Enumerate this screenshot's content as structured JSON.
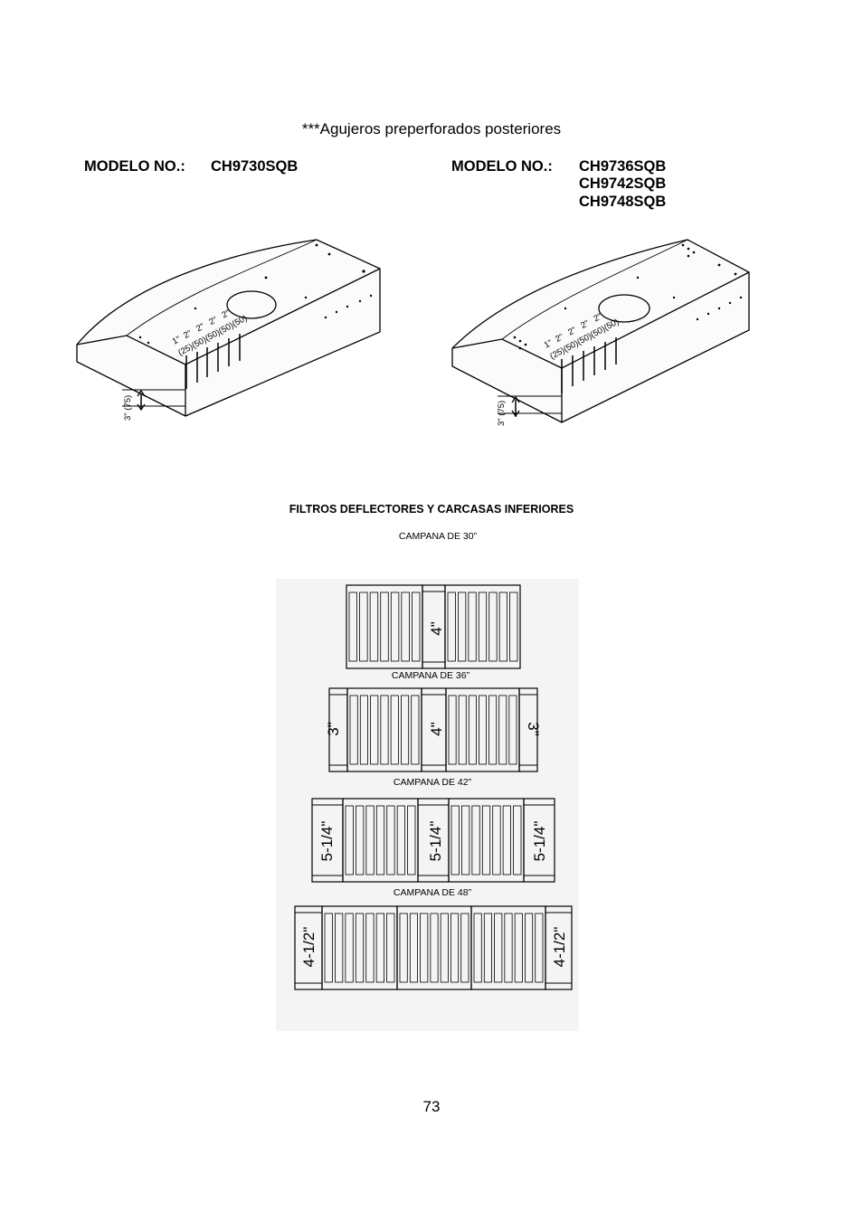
{
  "note": "***Agujeros preperforados posteriores",
  "models": [
    {
      "label": "MODELO NO.:",
      "numbers": [
        "CH9730SQB"
      ]
    },
    {
      "label": "MODELO NO.:",
      "numbers": [
        "CH9736SQB",
        "CH9742SQB",
        "CH9748SQB"
      ]
    }
  ],
  "diagram": {
    "hole_sizes": [
      "1\"",
      "2\"",
      "2\"",
      "2\"",
      "2\""
    ],
    "hole_metric": "(25)(50)(50)(50)(50)",
    "height_label": "3\" (75)"
  },
  "section_title": "FILTROS DEFLECTORES Y CARCASAS INFERIORES",
  "hoods": [
    {
      "caption": "CAMPANA DE 30”",
      "spacer_labels": [
        "4\""
      ]
    },
    {
      "caption": "CAMPANA DE 36”",
      "spacer_labels": [
        "3\"",
        "4\"",
        "3\""
      ]
    },
    {
      "caption": "CAMPANA DE 42”",
      "spacer_labels": [
        "5-1/4\"",
        "5-1/4\"",
        "5-1/4\""
      ]
    },
    {
      "caption": "CAMPANA DE 48”",
      "spacer_labels": [
        "4-1/2\"",
        "4-1/2\""
      ]
    }
  ],
  "page_number": "73"
}
